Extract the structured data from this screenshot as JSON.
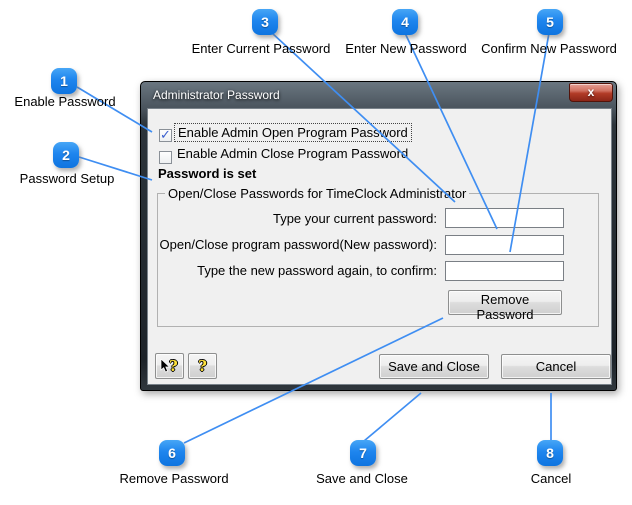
{
  "callouts": [
    {
      "num": "1",
      "label": "Enable Password"
    },
    {
      "num": "2",
      "label": "Password Setup"
    },
    {
      "num": "3",
      "label": "Enter Current Password"
    },
    {
      "num": "4",
      "label": "Enter New Password"
    },
    {
      "num": "5",
      "label": "Confirm New Password"
    },
    {
      "num": "6",
      "label": "Remove Password"
    },
    {
      "num": "7",
      "label": "Save and Close"
    },
    {
      "num": "8",
      "label": "Cancel"
    }
  ],
  "dialog": {
    "title": "Administrator Password",
    "close_glyph": "x",
    "checkboxes": [
      {
        "label": "Enable Admin Open Program Password",
        "checked": true,
        "glyph": "✓"
      },
      {
        "label": "Enable Admin Close Program Password",
        "checked": false,
        "glyph": ""
      }
    ],
    "status_text": "Password is set",
    "group": {
      "legend": "Open/Close Passwords for TimeClock Administrator",
      "fields": [
        {
          "label": "Type your current password:",
          "value": ""
        },
        {
          "label": "Open/Close program password(New password):",
          "value": ""
        },
        {
          "label": "Type the new password again, to confirm:",
          "value": ""
        }
      ],
      "remove_button": "Remove Password"
    },
    "help_buttons": [
      {
        "icon": "context-help-icon",
        "glyph": "?"
      },
      {
        "icon": "help-icon",
        "glyph": "?"
      }
    ],
    "save_button": "Save and Close",
    "cancel_button": "Cancel"
  },
  "colors": {
    "badge_blue": "#1e85ee",
    "line_blue": "#3f8ef2",
    "close_red": "#b23b27",
    "client_gray": "#f0f0f0"
  }
}
